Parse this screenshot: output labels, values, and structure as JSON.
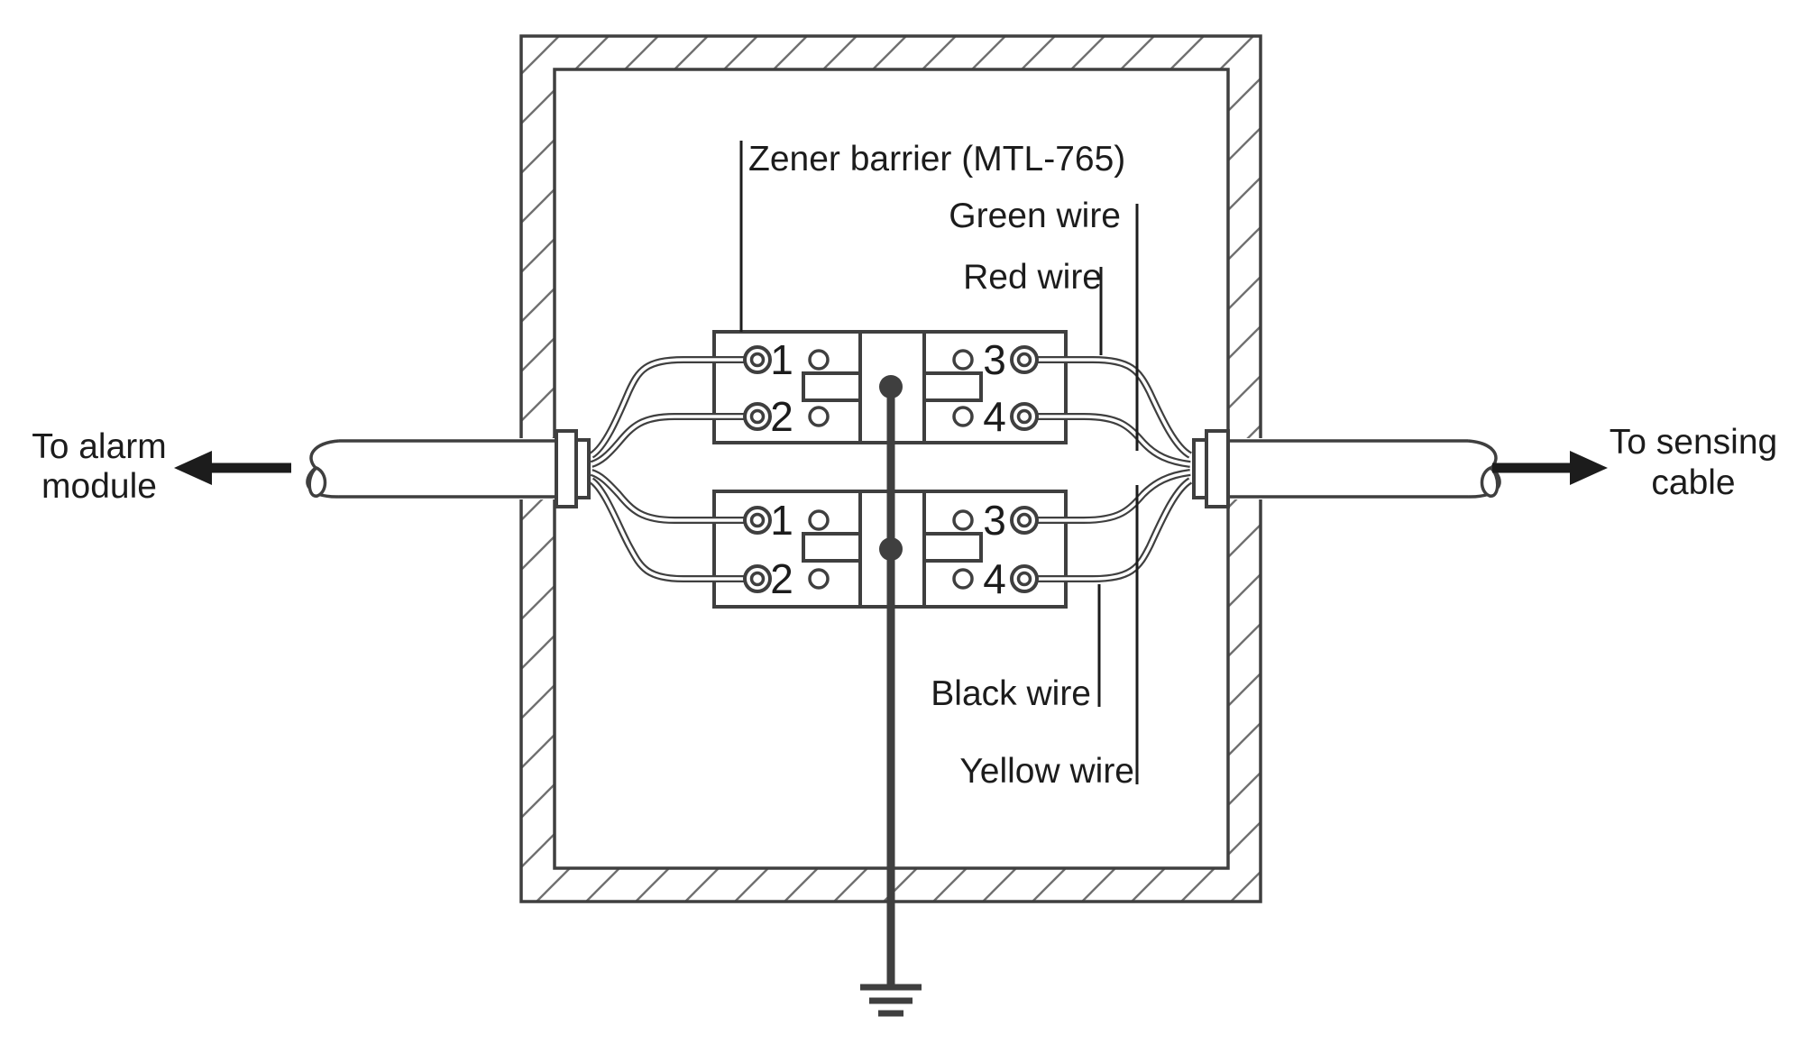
{
  "diagram": {
    "labels": {
      "zener_barrier": "Zener barrier (MTL-765)",
      "green_wire": "Green wire",
      "red_wire": "Red wire",
      "black_wire": "Black wire",
      "yellow_wire": "Yellow wire",
      "to_alarm": {
        "line1": "To alarm",
        "line2": "module"
      },
      "to_sensing": {
        "line1": "To sensing",
        "line2": "cable"
      }
    },
    "terminals": {
      "upper": [
        "1",
        "2",
        "3",
        "4"
      ],
      "lower": [
        "1",
        "2",
        "3",
        "4"
      ]
    },
    "colors": {
      "line": "#3f3f3f",
      "text": "#1c1c1c",
      "hatch": "#707070",
      "wire_core": "#ffffff",
      "background": "#ffffff"
    }
  }
}
